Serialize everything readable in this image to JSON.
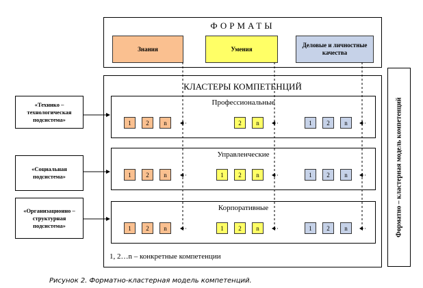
{
  "formats": {
    "title": "ФОРМАТЫ",
    "items": [
      {
        "label": "Знания",
        "color": "#fac090"
      },
      {
        "label": "Умения",
        "color": "#ffff66"
      },
      {
        "label": "Деловые и личностные качества",
        "color": "#c6d2e8"
      }
    ]
  },
  "clusters": {
    "title": "КЛАСТЕРЫ КОМПЕТЕНЦИЙ",
    "rows": [
      {
        "title": "Профессиональные",
        "groups": [
          [
            "1",
            "2",
            "n"
          ],
          [
            "2",
            "n"
          ],
          [
            "1",
            "2",
            "n"
          ]
        ]
      },
      {
        "title": "Управленческие",
        "groups": [
          [
            "1",
            "2",
            "n"
          ],
          [
            "1",
            "2",
            "n"
          ],
          [
            "1",
            "2",
            "n"
          ]
        ]
      },
      {
        "title": "Корпоративные",
        "groups": [
          [
            "1",
            "2",
            "n"
          ],
          [
            "1",
            "2",
            "n"
          ],
          [
            "1",
            "2",
            "n"
          ]
        ]
      }
    ],
    "legend": "1, 2…n – конкретные компетенции"
  },
  "subsystems": [
    "«Технико – технологическая подсистема»",
    "«Социальная подсистема»",
    "«Организационно – структурная подсистема»"
  ],
  "side_label": "Форматно – кластерная модель компетенций",
  "caption": "Рисунок 2. Форматно-кластерная модель компетенций."
}
